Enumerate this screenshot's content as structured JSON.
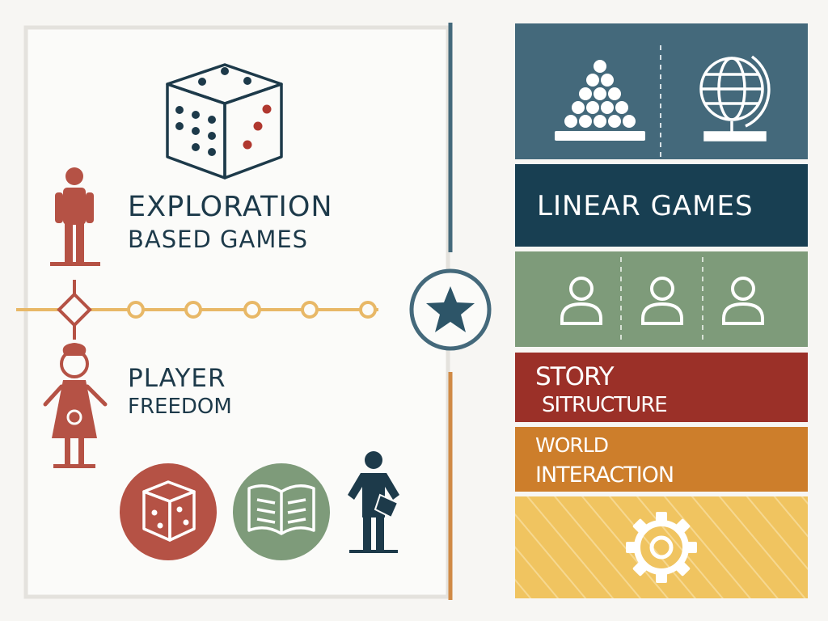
{
  "left": {
    "title_line1": "EXPLORATION",
    "title_line2": "BASED GAMES",
    "subtitle_line1": "PLAYER",
    "subtitle_line2": "FREEDOM"
  },
  "right": {
    "linear_label": "LINEAR GAMES",
    "story_line1": "STORY",
    "story_line2": "SITRUCTURE",
    "world_line1": "WORLD",
    "world_line2": "INTERACTION"
  },
  "colors": {
    "background": "#f7f6f3",
    "navy": "#1d3a4a",
    "teal": "#44697b",
    "dark_teal": "#183f52",
    "sage": "#7e9b7a",
    "red": "#9b3028",
    "orange": "#cd7e2b",
    "yellow": "#f0c460",
    "gold": "#e8b867",
    "rust": "#b55245",
    "divider_orange": "#d08a45"
  },
  "icons": [
    "dice-icon",
    "person-icon",
    "woman-icon",
    "diamond-node-icon",
    "timeline-dot-icon",
    "star-icon",
    "pyramid-icon",
    "globe-icon",
    "user-icon",
    "book-icon",
    "gear-icon",
    "standing-person-icon"
  ]
}
